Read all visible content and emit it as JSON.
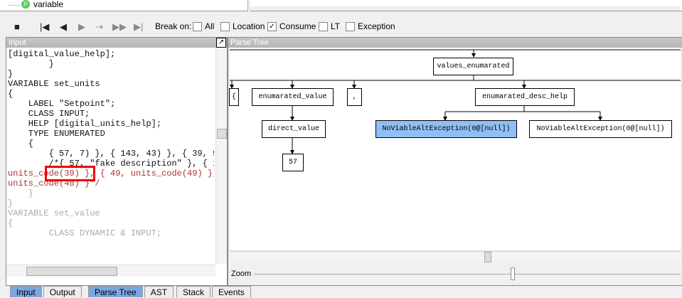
{
  "top_tree": {
    "item": "variable",
    "badge": "P"
  },
  "toolbar": {
    "break_on": "Break on:",
    "options": [
      {
        "label": "All",
        "checked": false
      },
      {
        "label": "Location",
        "checked": false
      },
      {
        "label": "Consume",
        "checked": true
      },
      {
        "label": "LT",
        "checked": false
      },
      {
        "label": "Exception",
        "checked": false
      }
    ]
  },
  "input_panel": {
    "title": "Input"
  },
  "parse_panel": {
    "title": "Parse Tree",
    "zoom_label": "Zoom",
    "zoom_value": 0.6
  },
  "tree": {
    "root": "values_enumarated",
    "l1": [
      "{",
      "enumarated_value",
      ",",
      "enumarated_desc_help"
    ],
    "direct_value": "direct_value",
    "leaf": "57",
    "exc1": "NoViableAltException(0@[null])",
    "exc2": "NoViableAltException(0@[null])"
  },
  "code": [
    "[digital_value_help];",
    "        }",
    "}",
    "",
    "VARIABLE set_units",
    "{",
    "    LABEL \"Setpoint\";",
    "    CLASS INPUT;",
    "    HELP [digital_units_help];",
    "",
    "    TYPE ENUMERATED",
    "    {",
    "        { 57, 7) }, { 143, 43) }, { 39, 9",
    "        /*{ 57, \"fake description\" }, { 1",
    "units_code(39) }, { 49, units_code(49) },",
    "units_code(48) }*/",
    "    }",
    "}",
    "",
    "VARIABLE set_value",
    "{",
    "        CLASS DYNAMIC & INPUT;"
  ],
  "bottom_tabs_left": [
    {
      "label": "Input",
      "selected": true
    },
    {
      "label": "Output",
      "selected": false
    }
  ],
  "bottom_tabs_mid": [
    {
      "label": "Parse Tree",
      "selected": true
    },
    {
      "label": "AST",
      "selected": false
    }
  ],
  "bottom_tabs_right": [
    {
      "label": "Stack",
      "selected": false
    },
    {
      "label": "Events",
      "selected": false
    }
  ]
}
